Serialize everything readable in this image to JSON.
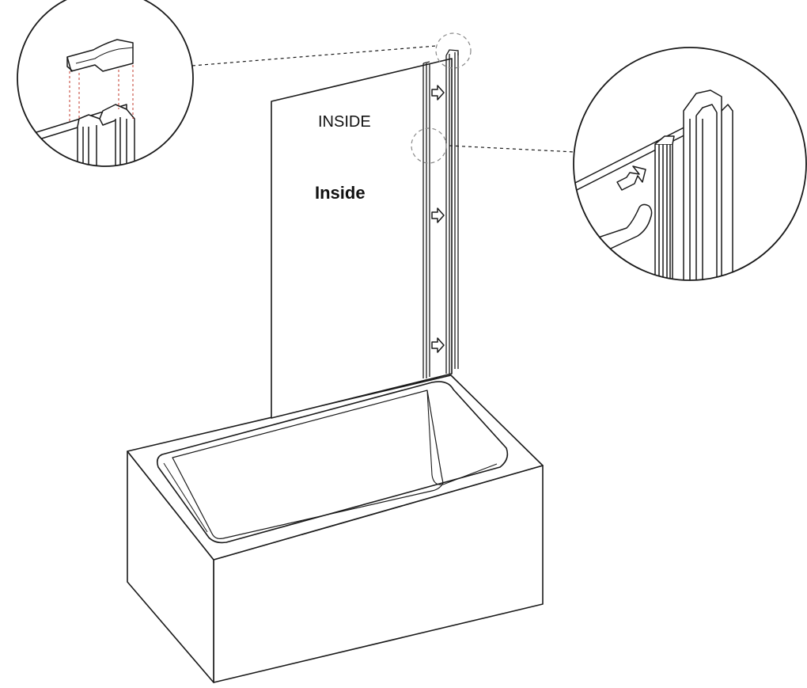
{
  "labels": {
    "inside_upper": "INSIDE",
    "inside_bold": "Inside"
  },
  "colors": {
    "line": "#1a1a1a",
    "glass": "#ffffff",
    "detail_dash": "#c0392b",
    "callout_circle": "#888888"
  },
  "callouts": [
    {
      "name": "top-cap-detail"
    },
    {
      "name": "seal-insertion-detail"
    }
  ],
  "insertion_arrows": 4
}
